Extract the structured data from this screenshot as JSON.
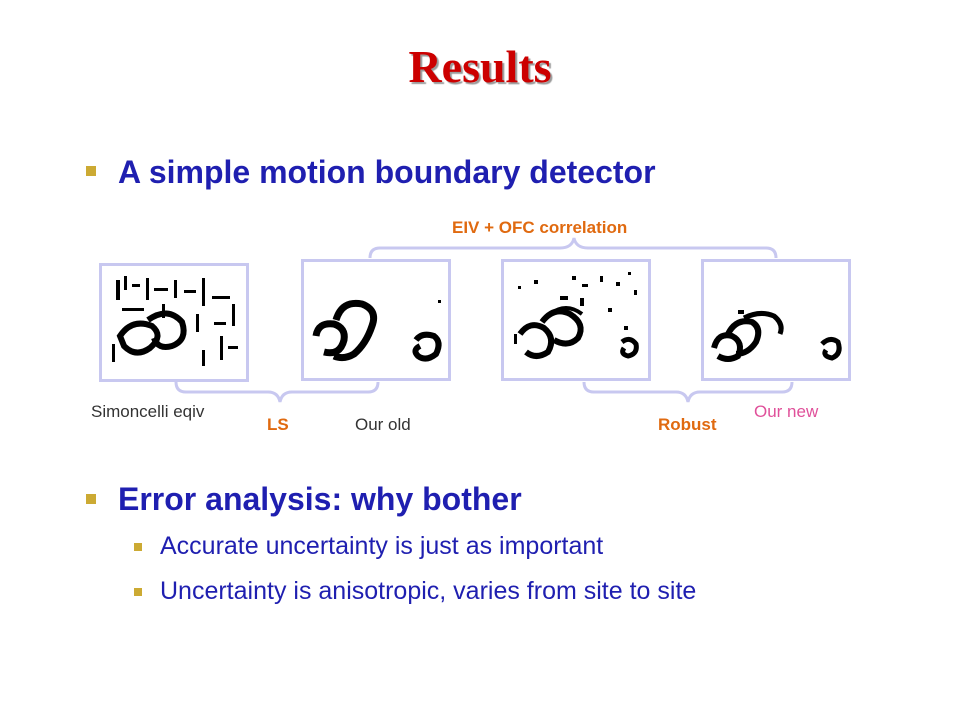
{
  "slide": {
    "title": "Results",
    "bullet1": "A simple motion boundary detector",
    "bullet2": "Error analysis: why bother",
    "sub_bullets": [
      "Accurate uncertainty is just as important",
      "Uncertainty is anisotropic, varies from site to site"
    ]
  },
  "figure": {
    "top_label": "EIV + OFC correlation",
    "labels": {
      "simoncelli": "Simoncelli eqiv",
      "ls": "LS",
      "our_old": "Our old",
      "robust": "Robust",
      "our_new": "Our new"
    }
  },
  "colors": {
    "title": "#cc0000",
    "text": "#1f1fb0",
    "bullet": "#ccaa33",
    "accent_orange": "#e06a10",
    "accent_pink": "#e0509a",
    "frame": "#c8c8f0",
    "brace": "#c8c8f0"
  }
}
